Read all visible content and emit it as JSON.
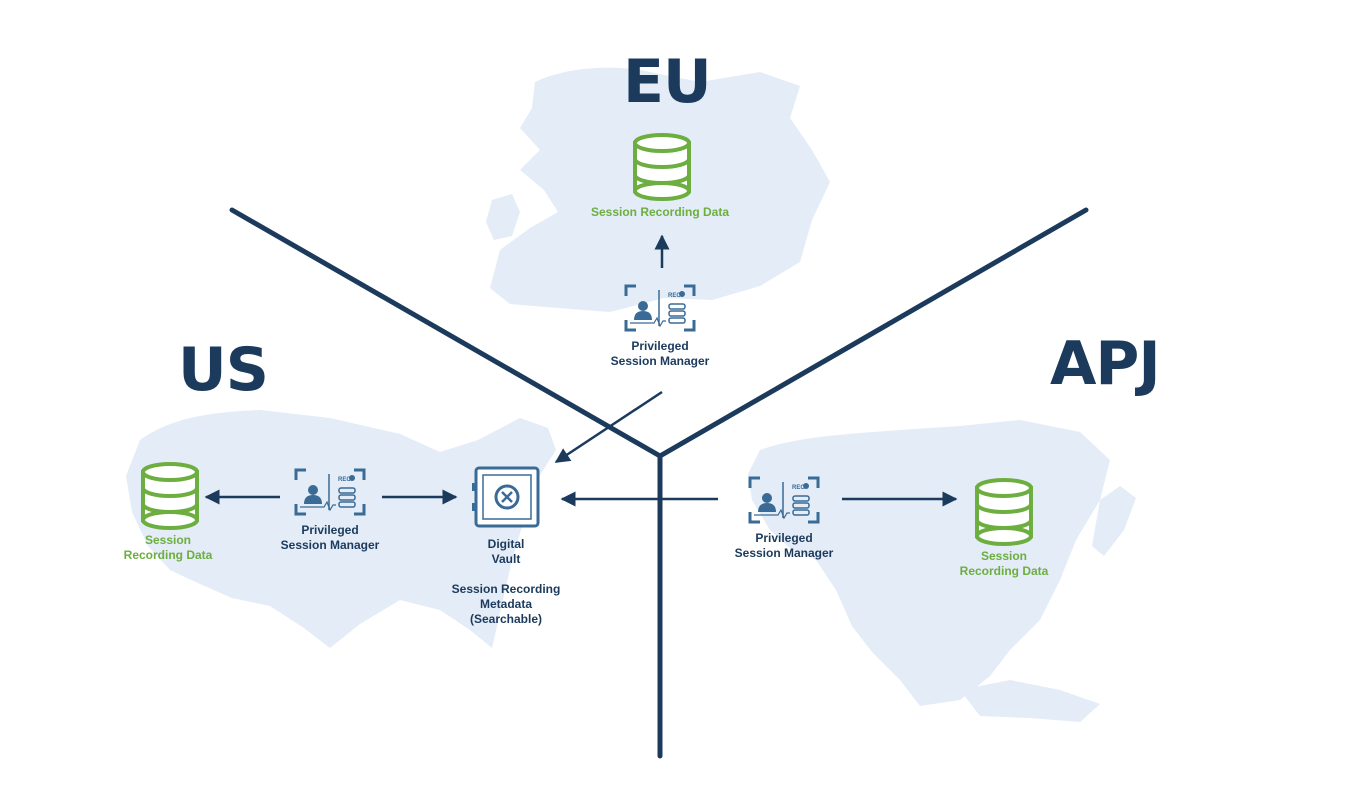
{
  "regions": {
    "eu": "EU",
    "us": "US",
    "apj": "APJ"
  },
  "eu": {
    "data_label": "Session Recording Data",
    "psm_label": [
      "Privileged",
      "Session Manager"
    ],
    "rec_label": "REC"
  },
  "us": {
    "data_label": [
      "Session",
      "Recording Data"
    ],
    "psm_label": [
      "Privileged",
      "Session Manager"
    ],
    "rec_label": "REC"
  },
  "apj": {
    "data_label": [
      "Session",
      "Recording Data"
    ],
    "psm_label": [
      "Privileged",
      "Session Manager"
    ],
    "rec_label": "REC"
  },
  "vault": {
    "label": [
      "Digital",
      "Vault"
    ],
    "metadata_label": [
      "Session Recording",
      "Metadata",
      "(Searchable)"
    ]
  },
  "colors": {
    "navy": "#1b3a5c",
    "green": "#6cae3f",
    "map": "#e3ecf7",
    "icon_blue": "#3a6b96"
  }
}
